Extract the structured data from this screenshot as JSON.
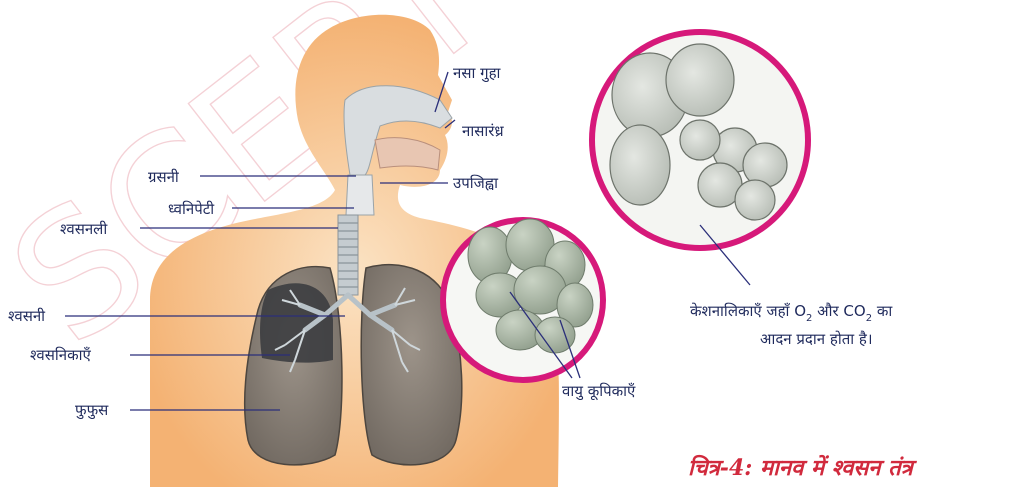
{
  "labels": {
    "nasal_cavity": "नसा गुहा",
    "nostril": "नासारंध्र",
    "pharynx": "ग्रसनी",
    "epiglottis": "उपजिह्वा",
    "larynx": "ध्वनिपेटी",
    "trachea": "श्वसनली",
    "bronchi": "श्वसनी",
    "bronchioles": "श्वसनिकाएँ",
    "lungs": "फुफुस",
    "alveoli": "वायु कूपिकाएँ",
    "capillaries_line1_pre": "केशनालिकाएँ जहाँ O",
    "capillaries_line1_mid": " और CO",
    "capillaries_line1_post": " का",
    "capillaries_sub": "2",
    "capillaries_line2": "आदन प्रदान होता है।"
  },
  "caption": "चित्र-4: मानव में श्वसन तंत्र",
  "watermark": "SCERT",
  "colors": {
    "skin": "#f4b273",
    "skin_light": "#f8cf9f",
    "airway": "#d9dde0",
    "lung": "#8a8177",
    "circle_border": "#d6197a",
    "leader": "#2b2f7a",
    "caption": "#d12a3d",
    "alveoli": "#a9b7a4"
  }
}
